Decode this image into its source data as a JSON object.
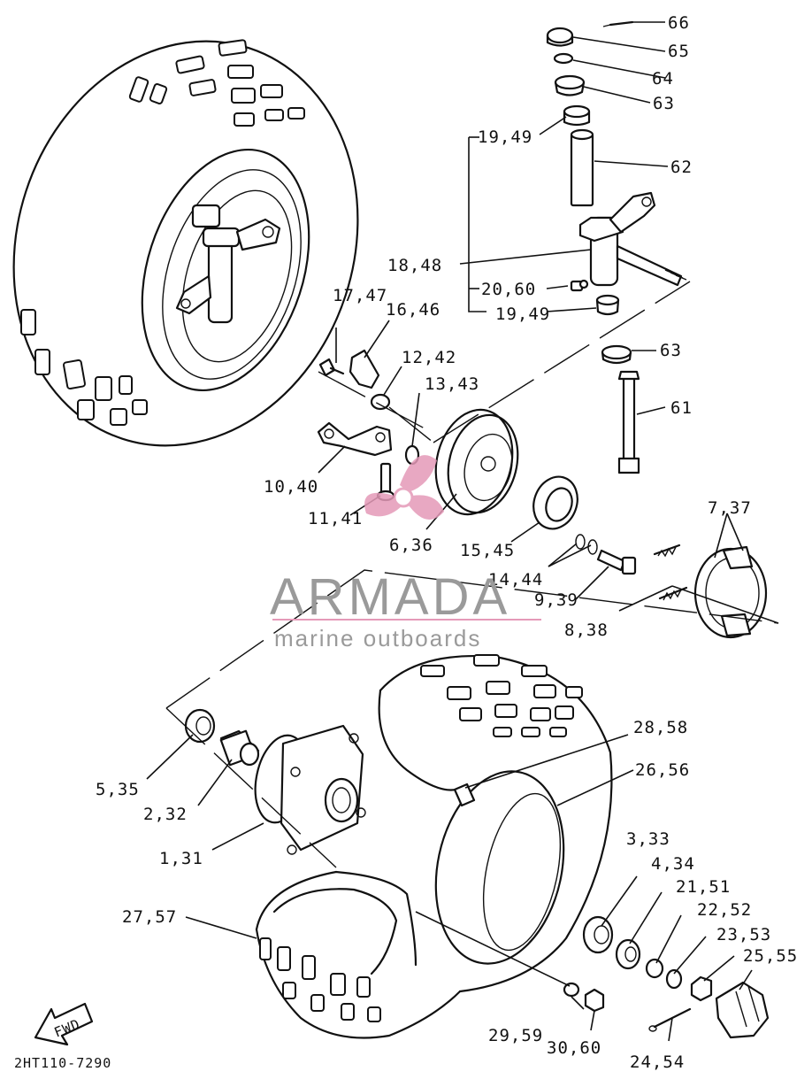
{
  "diagram_code": "2HT110-7290",
  "fwd_label": "FWD",
  "watermark": {
    "title": "ARMADA",
    "subtitle": "marine outboards"
  },
  "callouts": [
    "66",
    "65",
    "64",
    "63",
    "19,49",
    "62",
    "18,48",
    "20,60",
    "19,49",
    "17,47",
    "16,46",
    "12,42",
    "13,43",
    "63",
    "61",
    "10,40",
    "11,41",
    "6,36",
    "15,45",
    "7,37",
    "14,44",
    "9,39",
    "8,38",
    "28,58",
    "26,56",
    "5,35",
    "2,32",
    "1,31",
    "3,33",
    "4,34",
    "21,51",
    "22,52",
    "27,57",
    "23,53",
    "25,55",
    "29,59",
    "30,60",
    "24,54"
  ]
}
